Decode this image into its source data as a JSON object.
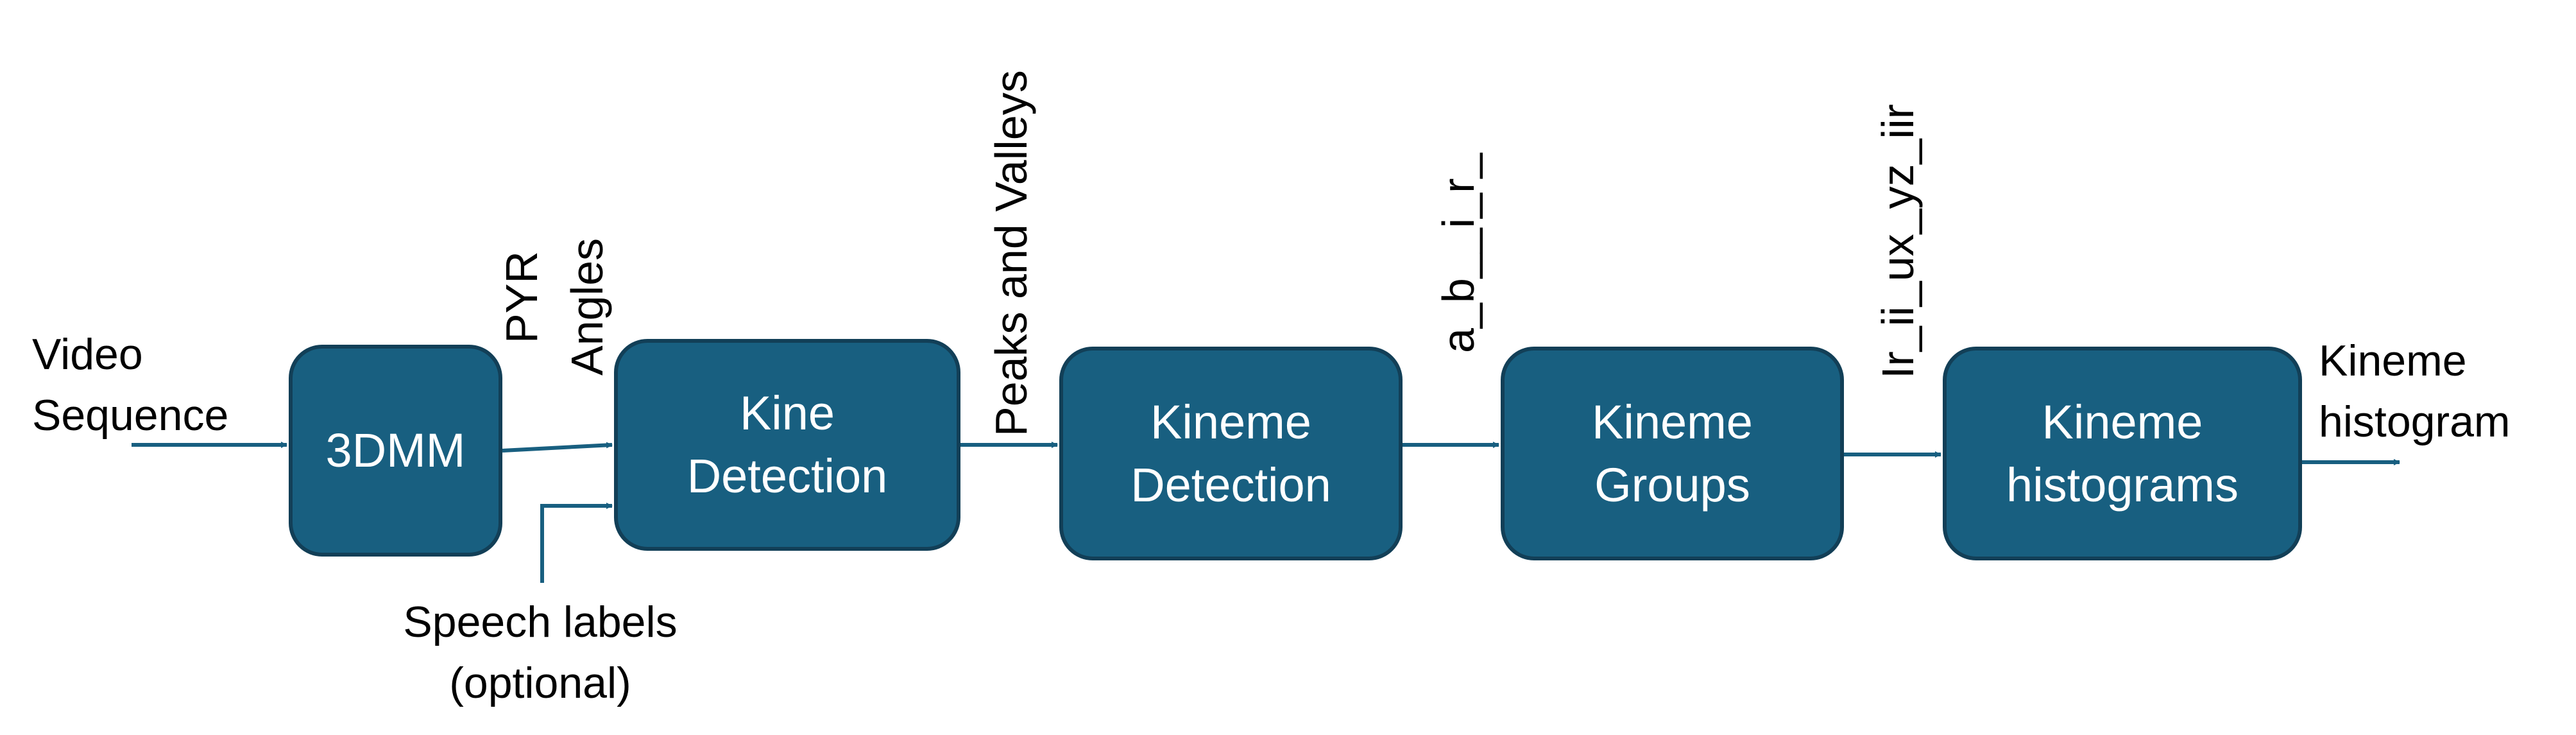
{
  "colors": {
    "box_fill": "#185f80",
    "box_border": "#123f57",
    "arrow": "#185f80",
    "text": "#000000"
  },
  "boxes": {
    "three_dmm": "3DMM",
    "kine_detection": "Kine\nDetection",
    "kineme_detection": "Kineme\nDetection",
    "kineme_groups": "Kineme\nGroups",
    "kineme_histograms": "Kineme\nhistograms"
  },
  "labels": {
    "video_line1": "Video",
    "video_line2": "Sequence",
    "pyr": "PYR",
    "angles": "Angles",
    "speech_line1": "Speech labels",
    "speech_line2": "(optional)",
    "peaks": "Peaks and Valleys",
    "kineme_seq": "a_b__i_r_",
    "group_seq": "Ir_ii_ux_yz_iir",
    "output_line1": "Kineme",
    "output_line2": "histogram"
  }
}
